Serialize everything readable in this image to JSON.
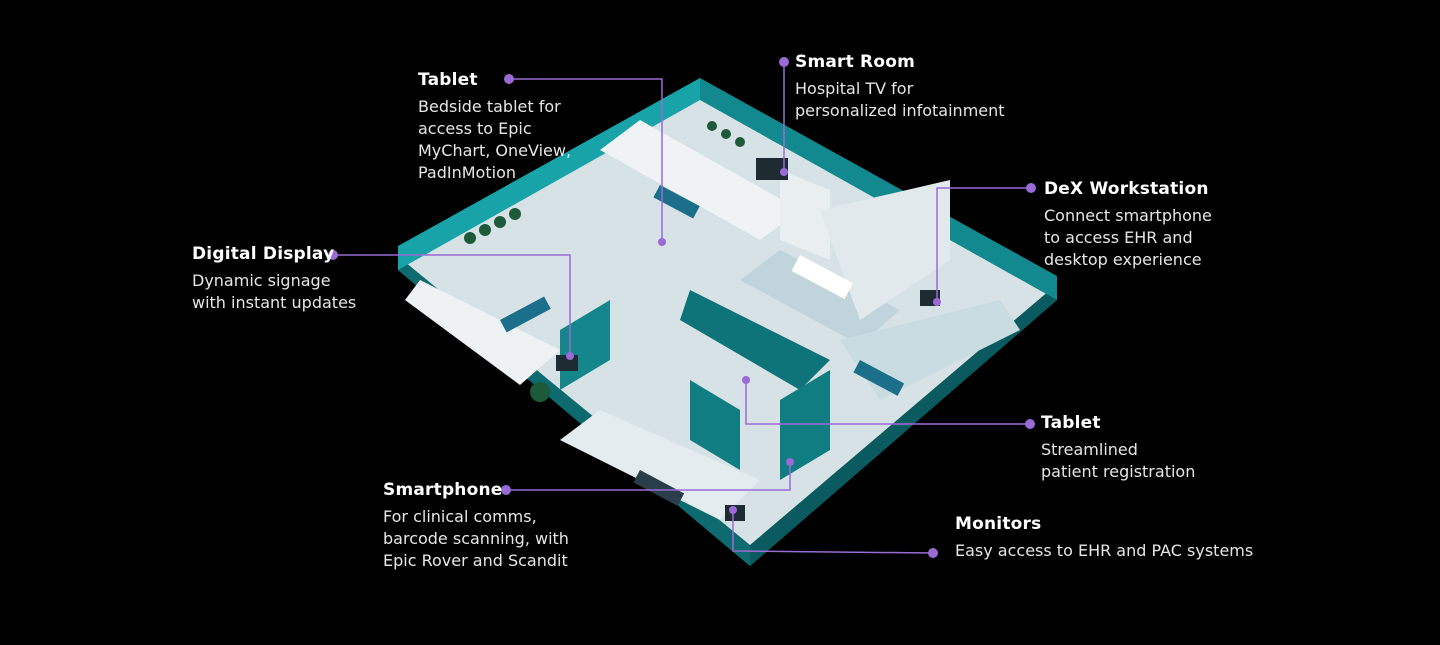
{
  "accent_color": "#9a6bd6",
  "callouts": [
    {
      "title": "Tablet",
      "desc": "Bedside tablet for\naccess to Epic\nMyChart, OneView,\nPadInMotion"
    },
    {
      "title": "Smart Room",
      "desc": "Hospital TV for\npersonalized infotainment"
    },
    {
      "title": "DeX Workstation",
      "desc": "Connect smartphone\nto access EHR and\ndesktop experience"
    },
    {
      "title": "Digital Display",
      "desc": "Dynamic signage\nwith instant updates"
    },
    {
      "title": "Tablet",
      "desc": "Streamlined\npatient registration"
    },
    {
      "title": "Smartphone",
      "desc": "For clinical comms,\nbarcode scanning, with\nEpic Rover and Scandit"
    },
    {
      "title": "Monitors",
      "desc": "Easy access to EHR and PAC systems"
    }
  ]
}
